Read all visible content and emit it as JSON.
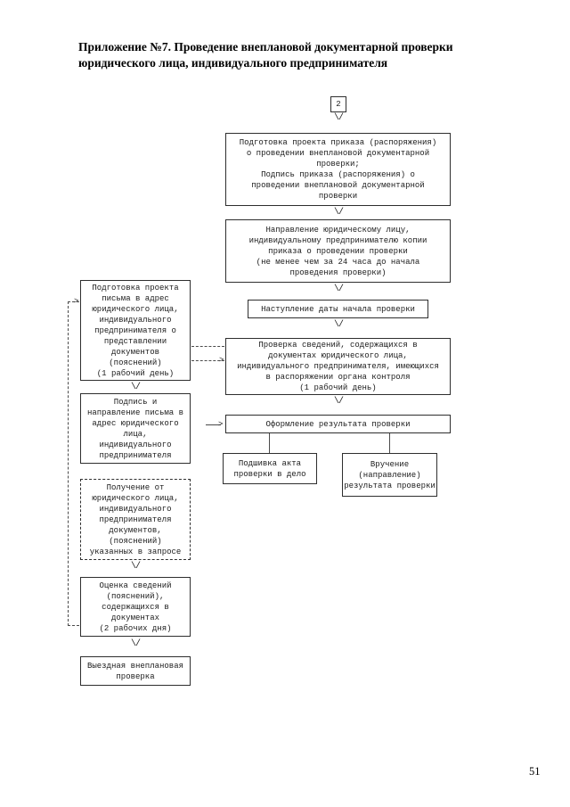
{
  "document": {
    "title": "Приложение №7. Проведение внеплановой документарной проверки\nюридического лица, индивидуального предпринимателя",
    "page_number": "51"
  },
  "flowchart": {
    "arrow_down_glyph": "\\/",
    "arrow_right_glyph": ">",
    "connector_label": "2",
    "main_column": {
      "prepare_order": "Подготовка проекта приказа (распоряжения)\nо проведении внеплановой документарной\nпроверки;\nПодпись приказа (распоряжения) о\nпроведении внеплановой документарной\nпроверки",
      "send_copy": "Направление юридическому лицу,\nиндивидуальному предпринимателю копии\nприказа о проведении проверки\n(не менее чем за 24 часа до начала\nпроведения проверки)",
      "start_date": "Наступление даты начала проверки",
      "check_documents": "Проверка сведений, содержащихся в\nдокументах юридического лица,\nиндивидуального предпринимателя, имеющихся\nв распоряжении органа контроля\n(1 рабочий день)",
      "register_result": "Оформление результата проверки",
      "file_act": "Подшивка акта\nпроверки в дело",
      "deliver_result": "Вручение\n(направление)\nрезультата проверки"
    },
    "left_column": {
      "prepare_letter": "Подготовка проекта\nписьма в адрес\nюридического лица,\nиндивидуального\nпредпринимателя о\nпредставлении\nдокументов\n(пояснений)\n(1 рабочий день)",
      "sign_send_letter": "Подпись и\nнаправление письма в\nадрес юридического\nлица,\nиндивидуального\nпредпринимателя",
      "receive_documents": "Получение от\nюридического лица,\nиндивидуального\nпредпринимателя\nдокументов,\n(пояснений)\nуказанных в запросе",
      "evaluate_info": "Оценка сведений\n(пояснений),\nсодержащихся в\nдокументах\n(2 рабочих дня)",
      "onsite_inspection": "Выездная внеплановая\nпроверка"
    }
  }
}
